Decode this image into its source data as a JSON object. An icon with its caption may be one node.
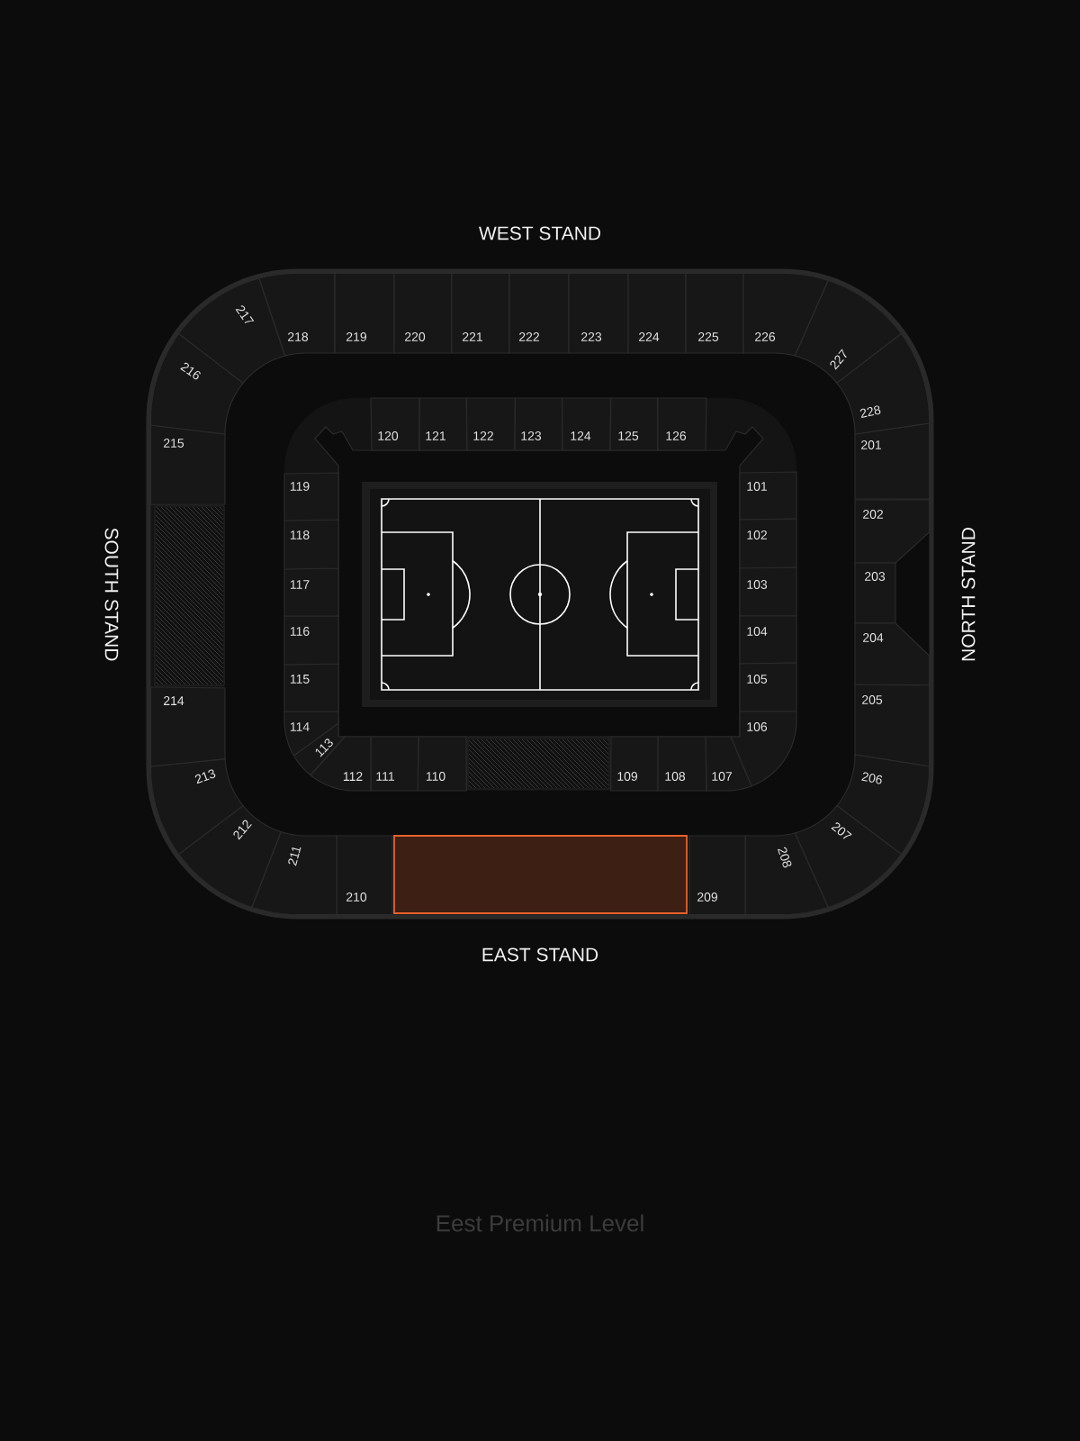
{
  "diagram": {
    "nodes": [
      {
        "text": [
          "101"
        ]
      },
      {
        "text": [
          "102"
        ]
      },
      {
        "text": [
          "103"
        ]
      },
      {
        "text": [
          "104"
        ]
      },
      {
        "text": [
          "105"
        ]
      },
      {
        "text": [
          "106"
        ]
      },
      {
        "text": [
          "107"
        ]
      },
      {
        "text": [
          "108"
        ]
      },
      {
        "text": [
          "109"
        ]
      },
      {
        "text": [
          "110"
        ]
      },
      {
        "text": [
          "111"
        ]
      },
      {
        "text": [
          "112"
        ]
      },
      {
        "text": [
          "113"
        ]
      },
      {
        "text": [
          "114"
        ]
      },
      {
        "text": [
          "115"
        ]
      },
      {
        "text": [
          "116"
        ]
      },
      {
        "text": [
          "117"
        ]
      },
      {
        "text": [
          "118"
        ]
      },
      {
        "text": [
          "119"
        ]
      },
      {
        "text": [
          "120"
        ]
      },
      {
        "text": [
          "121"
        ]
      },
      {
        "text": [
          "122"
        ]
      },
      {
        "text": [
          "123"
        ]
      },
      {
        "text": [
          "124"
        ]
      },
      {
        "text": [
          "125"
        ]
      },
      {
        "text": [
          "126"
        ]
      },
      {
        "text": [
          "201"
        ]
      },
      {
        "text": [
          "202"
        ]
      },
      {
        "text": [
          "203"
        ]
      },
      {
        "text": [
          "204"
        ]
      },
      {
        "text": [
          "205"
        ]
      },
      {
        "text": [
          "206"
        ]
      },
      {
        "text": [
          "207"
        ]
      },
      {
        "text": [
          "208"
        ]
      },
      {
        "text": [
          "209"
        ]
      },
      {
        "text": [
          "210"
        ]
      },
      {
        "text": [
          "211"
        ]
      },
      {
        "text": [
          "212"
        ]
      },
      {
        "text": [
          "213"
        ]
      },
      {
        "text": [
          "214"
        ]
      },
      {
        "text": [
          "215"
        ]
      },
      {
        "text": [
          "216"
        ]
      },
      {
        "text": [
          "217"
        ]
      },
      {
        "text": [
          "218"
        ]
      },
      {
        "text": [
          "219"
        ]
      },
      {
        "text": [
          "220"
        ]
      },
      {
        "text": [
          "221"
        ]
      },
      {
        "text": [
          "222"
        ]
      },
      {
        "text": [
          "223"
        ]
      },
      {
        "text": [
          "224"
        ]
      },
      {
        "text": [
          "225"
        ]
      },
      {
        "text": [
          "226"
        ]
      },
      {
        "text": [
          "227"
        ]
      },
      {
        "text": [
          "228"
        ]
      },
      {
        "text": [],
        "shape": "box"
      },
      {
        "text": [],
        "shape": "box"
      },
      {
        "text": [],
        "shape": "box"
      }
    ],
    "labels": [
      "WEST STAND",
      "SOUTH STAND",
      "NORTH STAND",
      "EAST STAND",
      "Eest Premium Level"
    ]
  }
}
